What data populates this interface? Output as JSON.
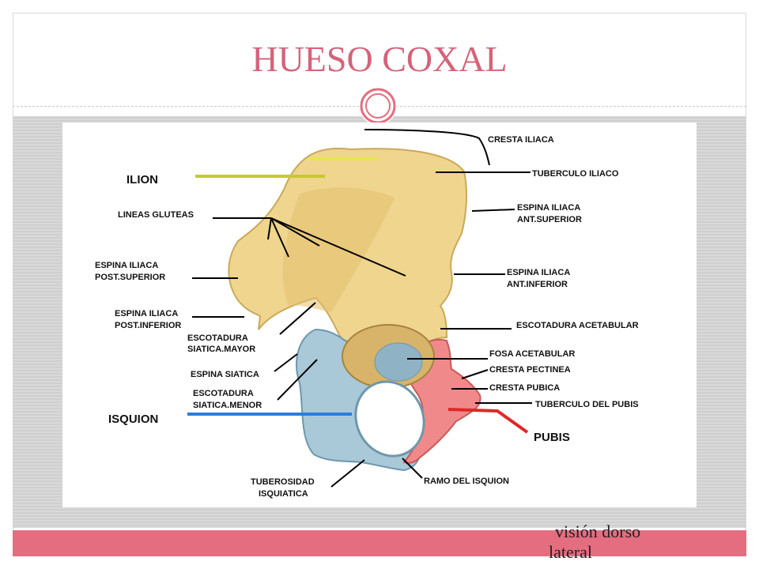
{
  "slide": {
    "title": "HUESO COXAL",
    "caption": "visión dorso lateral"
  },
  "regions": {
    "ilion": "ILION",
    "isquion": "ISQUION",
    "pubis": "PUBIS"
  },
  "labels": {
    "cresta_iliaca": "CRESTA ILIACA",
    "tuberculo_iliaco": "TUBERCULO ILIACO",
    "espina_ant_sup_1": "ESPINA ILIACA",
    "espina_ant_sup_2": "ANT.SUPERIOR",
    "espina_ant_inf_1": "ESPINA ILIACA",
    "espina_ant_inf_2": "ANT.INFERIOR",
    "escotadura_acetabular": "ESCOTADURA ACETABULAR",
    "fosa_acetabular": "FOSA ACETABULAR",
    "cresta_pectinea": "CRESTA PECTINEA",
    "cresta_pubica": "CRESTA PUBICA",
    "tuberculo_pubis": "TUBERCULO DEL PUBIS",
    "ramo_isquion": "RAMO DEL ISQUION",
    "tuberosidad_1": "TUBEROSIDAD",
    "tuberosidad_2": "ISQUIATICA",
    "escotadura_menor_1": "ESCOTADURA",
    "escotadura_menor_2": "SIATICA.MENOR",
    "espina_siatica": "ESPINA SIATICA",
    "escotadura_mayor_1": "ESCOTADURA",
    "escotadura_mayor_2": "SIATICA.MAYOR",
    "espina_post_inf_1": "ESPINA ILIACA",
    "espina_post_inf_2": "POST.INFERIOR",
    "espina_post_sup_1": "ESPINA ILIACA",
    "espina_post_sup_2": "POST.SUPERIOR",
    "lineas_gluteas": "LINEAS GLUTEAS"
  },
  "colors": {
    "title": "#d4637a",
    "ilion_bone": "#f0d58f",
    "isquion_bone": "#a9c8d8",
    "pubis_bone": "#f08a8a",
    "ilion_marker": "#c8c832",
    "isquion_marker": "#2a7de1",
    "pubis_marker": "#e02828",
    "band": "#e46d80"
  }
}
